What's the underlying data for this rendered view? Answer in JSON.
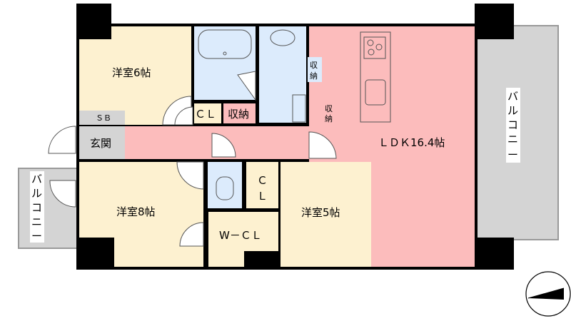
{
  "colors": {
    "western_room": "#fdf1d0",
    "ldk": "#fcbcbc",
    "wet_area": "#dcebfc",
    "entrance": "#d4d4d4",
    "wall": "#000000"
  },
  "rooms": {
    "western_6": "洋室6帖",
    "western_8": "洋室8帖",
    "western_5": "洋室5帖",
    "ldk": "ＬＤＫ16.4帖",
    "entrance": "玄関",
    "shoe_box": "ＳＢ",
    "closet_small": "ＣＬ",
    "storage_hall": "収納",
    "storage_wash_1": "収",
    "storage_wash_2": "納",
    "storage_kitchen_1": "収",
    "storage_kitchen_2": "納",
    "closet_c": "Ｃ",
    "closet_l": "Ｌ",
    "walk_in_closet": "W－ＣＬ",
    "balcony_right": [
      "バ",
      "ル",
      "コ",
      "ニ",
      "ー"
    ],
    "balcony_left": [
      "バ",
      "ル",
      "コ",
      "ニ",
      "ー"
    ]
  },
  "compass": {
    "icon": "north-arrow-icon"
  }
}
